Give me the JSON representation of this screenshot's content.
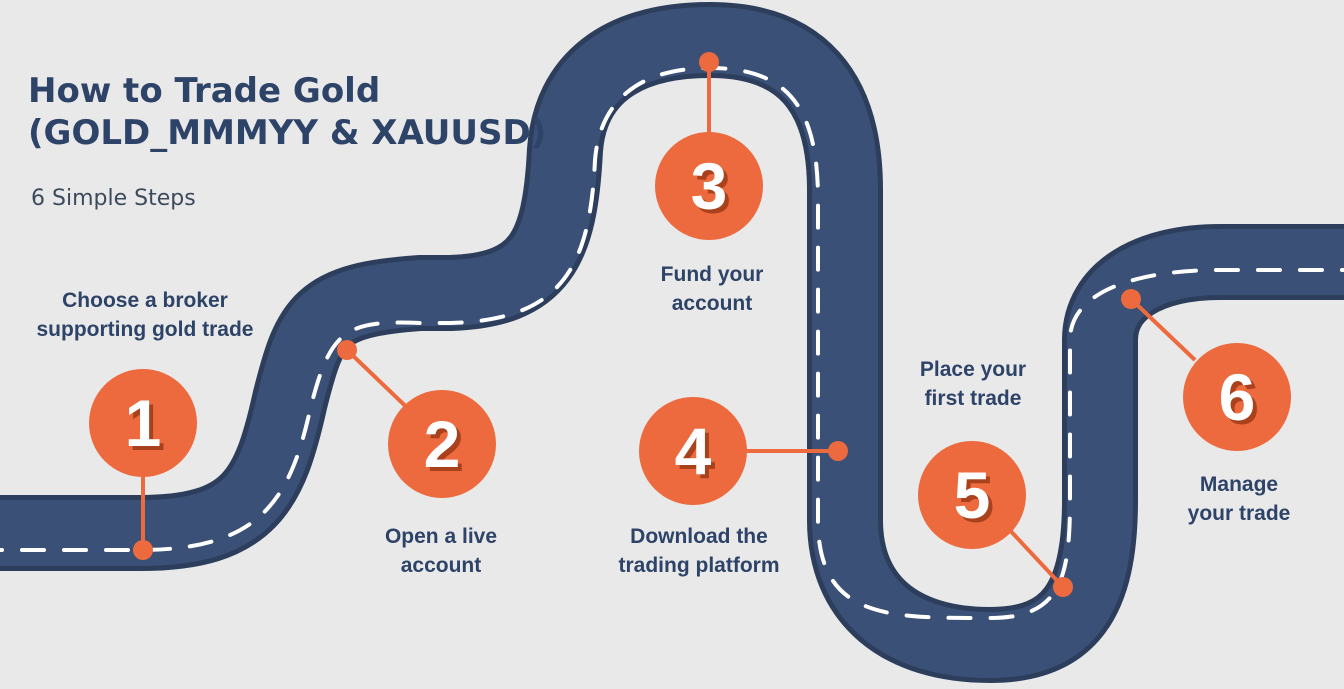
{
  "title_line1": "How to Trade Gold",
  "title_line2": "(GOLD_MMMYY & XAUUSD)",
  "subtitle": "6 Simple Steps",
  "colors": {
    "background": "#e9e9e9",
    "road": "#3a5076",
    "road_edge": "#2c3e5c",
    "lane_marking": "#ffffff",
    "accent": "#ec6a3d",
    "accent_shadow": "#a8411c",
    "text": "#2e4368"
  },
  "steps": [
    {
      "number": "1",
      "line1": "Choose a broker",
      "line2": "supporting gold trade"
    },
    {
      "number": "2",
      "line1": "Open a live",
      "line2": "account"
    },
    {
      "number": "3",
      "line1": "Fund your",
      "line2": "account"
    },
    {
      "number": "4",
      "line1": "Download the",
      "line2": "trading platform"
    },
    {
      "number": "5",
      "line1": "Place your",
      "line2": "first trade"
    },
    {
      "number": "6",
      "line1": "Manage",
      "line2": "your trade"
    }
  ]
}
